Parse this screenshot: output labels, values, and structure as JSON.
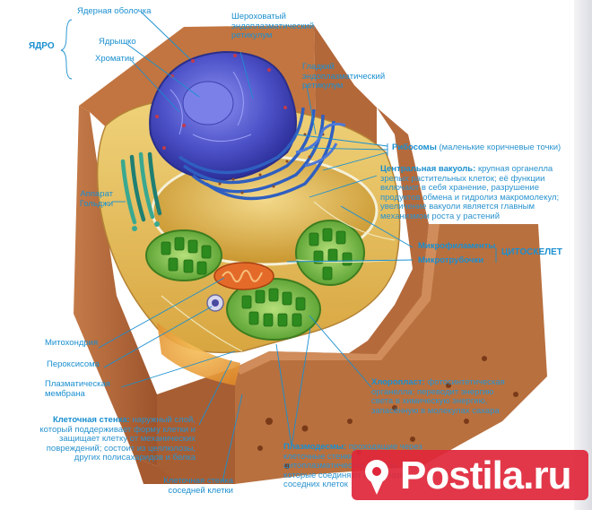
{
  "groups": {
    "nucleus": "ЯДРО",
    "cytoskeleton": "ЦИТОСКЕЛЕТ"
  },
  "labels": {
    "nuclear_envelope": "Ядерная оболочка",
    "nucleolus": "Ядрышко",
    "chromatin": "Хроматин",
    "rough_er": "Шероховатый эндоплазматический ретикулум",
    "smooth_er": "Гладкий эндоплазматический ретикулум",
    "ribosomes_title": "Рибосомы",
    "ribosomes_desc": "(маленькие коричневые точки)",
    "vacuole_title": "Центральная вакуоль:",
    "vacuole_desc": "крупная органелла зрелых растительных клеток; её функции включают в себя хранение, разрушение продуктов обмена и гидролиз макромолекул; увеличение вакуоли является главным механизмом роста у растений",
    "golgi": "Аппарат Гольджи",
    "microfilaments": "Микрофиламенты",
    "microtubules": "Микротрубочки",
    "mitochondrion": "Митохондрия",
    "peroxisome": "Пероксисома",
    "plasma_membrane": "Плазматическая мембрана",
    "cell_wall_title": "Клеточная стенка:",
    "cell_wall_desc": "наружный слой, который поддерживает форму клетки и защищает клетку от механических повреждений; состоит из целлюлозы, других полисахаридов и белка",
    "chloroplast_title": "Хлоропласт:",
    "chloroplast_desc": "фотосинтетическая органелла; переводит энергию света в химическую энергию, запасённую в молекулах сахара",
    "plasmodesmata_title": "Плазмодесмы:",
    "plasmodesmata_desc": "проходящие через клеточные стенки цитоплазматические каналы, которые соединяют цитоплазму соседних клеток",
    "adjacent_wall": "Клеточная стенка соседней клетки"
  },
  "watermark": "Postila.ru",
  "colors": {
    "label": "#1a8fd0",
    "wall": "#b4663a",
    "cytoplasm": "#e8c25a",
    "vacuole": "#d9b24a",
    "nucleus": "#5b5fd0",
    "er": "#3b63c8",
    "chloroplast": "#5aa630",
    "golgi": "#2a8a7a",
    "mitochondrion": "#e0602a",
    "watermark": "#e0263a"
  }
}
